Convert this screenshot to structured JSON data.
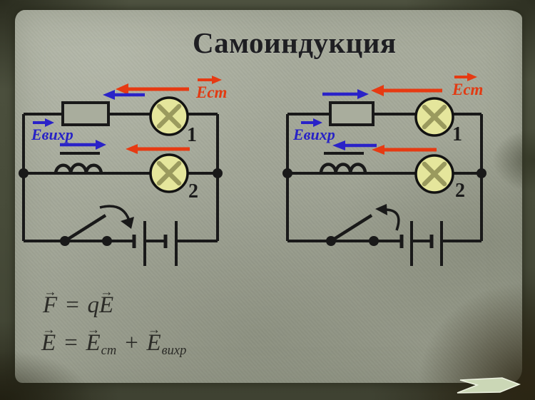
{
  "title": "Самоиндукция",
  "colors": {
    "paper": "#a2a695",
    "frame": "#4a4e3b",
    "ink": "#191919",
    "arrow_red": "#e63a12",
    "arrow_blue": "#2a22c8",
    "lamp_fill": "#e5e69c",
    "lamp_cross": "#9a9a5e",
    "nav_arrow": "#cbd7b6"
  },
  "circuits": [
    {
      "id": "left-switch-closing",
      "est": "Ест",
      "evihr": "Евихр",
      "lamp1": "1",
      "lamp2": "2"
    },
    {
      "id": "right-switch-opening",
      "est": "Ест",
      "evihr": "Евихр",
      "lamp1": "1",
      "lamp2": "2"
    }
  ],
  "formulas": {
    "vec": "→",
    "f1": {
      "lhs": "F",
      "eq": "=",
      "coef": "q",
      "rhs": "E"
    },
    "f2": {
      "lhs": "E",
      "eq": "=",
      "t1": "E",
      "t1_sub": "ст",
      "op": "+",
      "t2": "E",
      "t2_sub": "вихр"
    }
  }
}
